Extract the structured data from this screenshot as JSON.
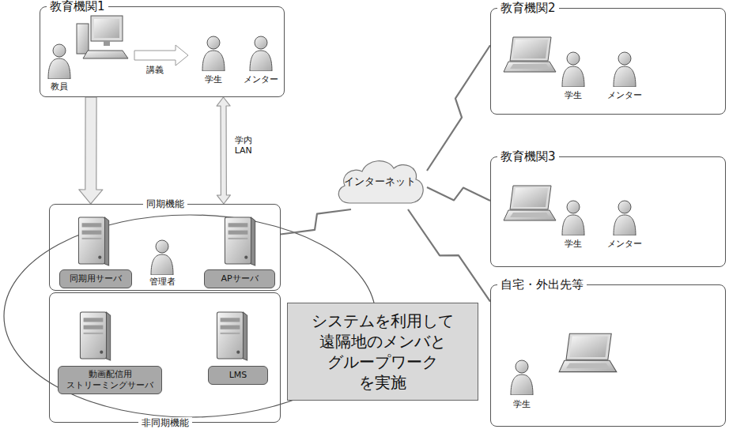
{
  "diagram": {
    "nodes": [
      {
        "text": [
          "教育機関1"
        ]
      },
      {
        "text": [
          "教育機関2"
        ]
      },
      {
        "text": [
          "教育機関3"
        ]
      },
      {
        "text": [
          "インターネット"
        ]
      },
      {
        "text": [
          "同期機能"
        ]
      },
      {
        "text": [
          "同期用サーバ"
        ],
        "in": 4
      },
      {
        "text": [
          "APサーバ"
        ],
        "in": 4
      },
      {
        "text": [
          "システムを利用して 遠隔地のメンバと グループワーク を実施"
        ]
      },
      {
        "text": [
          "自宅・外出先等"
        ]
      },
      {
        "text": [
          "非同期機能"
        ]
      },
      {
        "text": [
          "動画配信用 ストリーミングサーバ"
        ],
        "in": 9
      },
      {
        "text": [
          "LMS"
        ],
        "in": 9
      }
    ],
    "edges": [
      {
        "from": 0,
        "to": 4,
        "arrow": "to"
      },
      {
        "from": 0,
        "to": 4,
        "arrow": "both",
        "label": "学内 LAN"
      },
      {
        "from": 3,
        "to": 4,
        "arrow": "none"
      },
      {
        "from": 3,
        "to": 1,
        "arrow": "none"
      },
      {
        "from": 3,
        "to": 2,
        "arrow": "none"
      },
      {
        "from": 3,
        "to": 8,
        "arrow": "none"
      }
    ],
    "labels": [
      "講義",
      "教員",
      "学生",
      "メンター",
      "管理者",
      "学生",
      "メンター",
      "学生",
      "メンター",
      "学生"
    ]
  }
}
